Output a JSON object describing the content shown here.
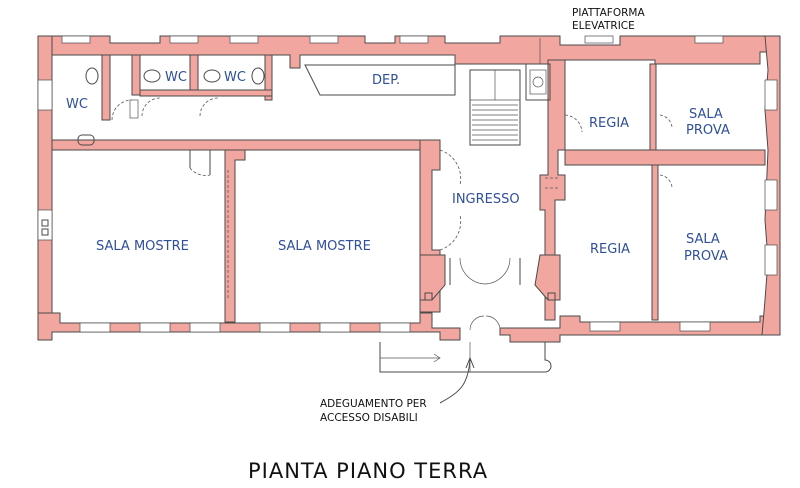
{
  "rooms": {
    "wc_large": "WC",
    "wc_center": "WC",
    "wc_right": "WC",
    "dep": "DEP.",
    "regia_top": "REGIA",
    "sala_prova_top_1": "SALA",
    "sala_prova_top_2": "PROVA",
    "ingresso": "INGRESSO",
    "sala_mostre_left": "SALA MOSTRE",
    "sala_mostre_center": "SALA MOSTRE",
    "regia_bottom": "REGIA",
    "sala_prova_bottom_1": "SALA",
    "sala_prova_bottom_2": "PROVA"
  },
  "notes": {
    "lift_1": "PIATTAFORMA",
    "lift_2": "ELEVATRICE",
    "access_1": "ADEGUAMENTO PER",
    "access_2": "ACCESSO DISABILI"
  },
  "title": "PIANTA PIANO TERRA",
  "colors": {
    "wall": "#f2a6a0",
    "label": "#2f4f9a",
    "line": "#4a4a4a"
  }
}
